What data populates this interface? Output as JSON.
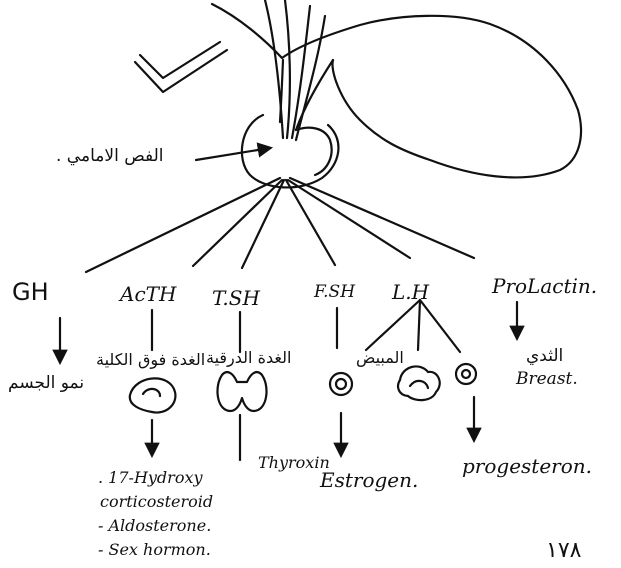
{
  "pituitary_label": "الفص الامامي .",
  "hormones": {
    "gh": "GH",
    "acth": "AcTH",
    "tsh": "T.SH",
    "fsh": "F.SH",
    "lh": "L.H",
    "prolactin": "ProLactin."
  },
  "targets": {
    "gh_effect": "نمو الجسم",
    "adrenal": "الغدة فوق الكلية",
    "thyroid": "الغدة الدرقية",
    "ovary": "المبيض",
    "breast_ar": "الثدي",
    "breast_en": "Breast."
  },
  "products": {
    "thyroxin": "Thyroxin",
    "estrogen": "Estrogen.",
    "progesterone": "progesteron.",
    "acth_1": ". 17-Hydroxy",
    "acth_2": "corticosteroid",
    "acth_3": "- Aldosterone.",
    "acth_4": "- Sex hormon."
  },
  "page_number": "١٧٨"
}
